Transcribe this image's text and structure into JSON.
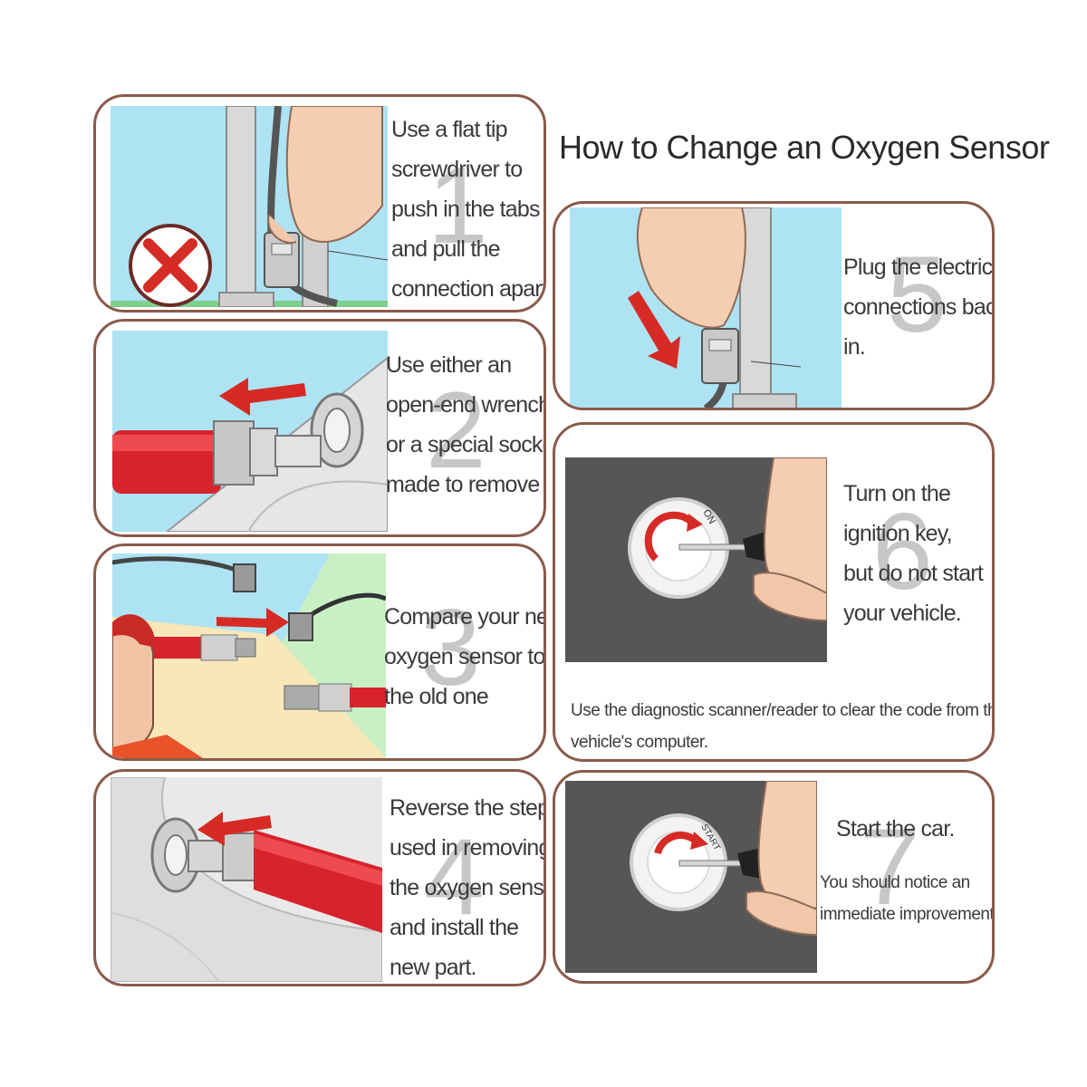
{
  "title": "How to Change an Oxygen Sensor",
  "colors": {
    "border": "#8a5a4a",
    "arrow": "#d62b25",
    "sky": "#aee3f3",
    "sensor_red": "#d8222c"
  },
  "steps": [
    {
      "number": "1",
      "lines": [
        "Use a flat tip",
        "screwdriver to",
        "push in the tabs",
        "and pull the",
        "connection apart."
      ],
      "icon": "no-entry-x-icon"
    },
    {
      "number": "2",
      "lines": [
        "Use either an",
        "open-end wrench",
        "or a special socket",
        "made to remove it."
      ]
    },
    {
      "number": "3",
      "lines": [
        "Compare your new",
        "oxygen sensor to",
        "the old one"
      ]
    },
    {
      "number": "4",
      "lines": [
        "Reverse the steps",
        "used in removing",
        "the oxygen sensor",
        "and install the",
        "new part."
      ]
    },
    {
      "number": "5",
      "lines": [
        "Plug the electrical",
        "connections back",
        "in."
      ]
    },
    {
      "number": "6",
      "lines": [
        "Turn on the",
        "ignition key,",
        "but do not start",
        "your vehicle."
      ],
      "note": [
        "Use the diagnostic scanner/reader to clear the code from the",
        "vehicle's computer."
      ],
      "dial_label": "ON"
    },
    {
      "number": "7",
      "lines": [
        "Start the car."
      ],
      "sub_lines": [
        "You should notice an",
        "immediate improvement."
      ],
      "dial_label": "START"
    }
  ]
}
